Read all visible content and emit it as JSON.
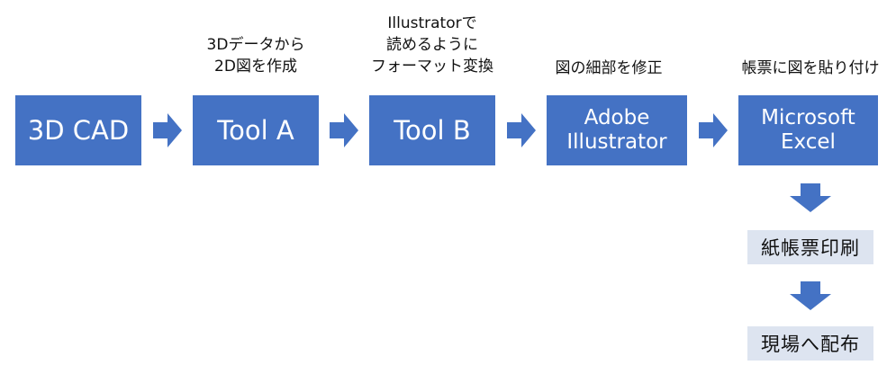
{
  "steps": [
    {
      "label": "3D CAD",
      "note": ""
    },
    {
      "label": "Tool A",
      "note": "3Dデータから\n2D図を作成"
    },
    {
      "label": "Tool B",
      "note": "Illustratorで\n読めるように\nフォーマット変換"
    },
    {
      "label": "Adobe\nIllustrator",
      "note": "図の細部を修正"
    },
    {
      "label": "Microsoft\nExcel",
      "note": "帳票に図を貼り付け"
    }
  ],
  "outputs": [
    {
      "label": "紙帳票印刷"
    },
    {
      "label": "現場へ配布"
    }
  ],
  "colors": {
    "box": "#4472c4",
    "box_text": "#ffffff",
    "output_bg": "#dde4f0",
    "arrow": "#4472c4"
  }
}
